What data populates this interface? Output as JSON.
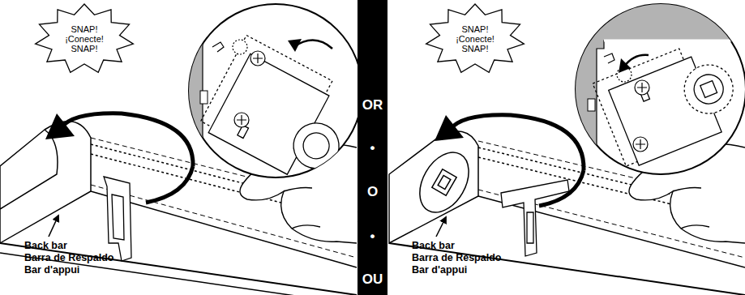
{
  "diagram": {
    "nodes": [
      {
        "text": [
          "SNAP!",
          "¡Conecte!",
          "SNAP!"
        ]
      },
      {
        "text": [
          "SNAP!",
          "¡Conecte!",
          "SNAP!"
        ]
      },
      {
        "text": [
          "OR",
          "•",
          "O",
          "•",
          "OU"
        ]
      }
    ],
    "labels": [
      "Back bar",
      "Barra de Respaldo",
      "Bar d'appui",
      "Back bar",
      "Barra de Respaldo",
      "Bar d'appui"
    ]
  }
}
